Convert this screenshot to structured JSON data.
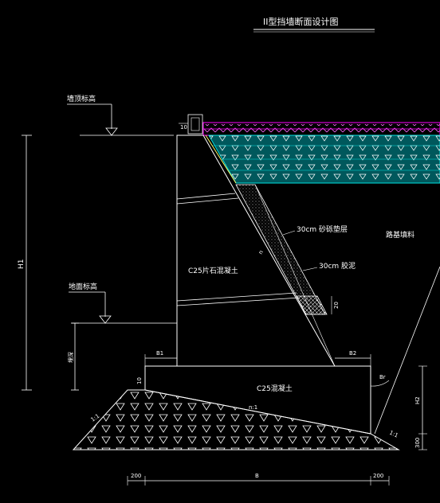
{
  "title": "II型挡墙断面设计图",
  "labels": {
    "wall_top_elev": "墙顶标高",
    "ground_elev": "地面标高",
    "wall_concrete": "C25片石混凝土",
    "base_concrete": "C25混凝土",
    "gravel_layer": "30cm 砂砾垫层",
    "clay_layer": "30cm 胶泥",
    "subgrade_fill": "路基填料",
    "dim_height": "H1",
    "dim_bury": "埋深",
    "dim_b1": "B1",
    "dim_b2": "B2",
    "dim_b": "B",
    "dim_h2": "H2",
    "dim_300": "300",
    "dim_200_left": "200",
    "dim_200_right": "200",
    "dim_20": "20",
    "dim_10_top": "10",
    "dim_10_base": "10",
    "slope_n": "n",
    "slope_nl": "n:1",
    "slope_1_1_left": "1:1",
    "slope_1_1_right": "1:1",
    "angle_br": "Br"
  },
  "colors": {
    "background": "#000000",
    "line": "#ffffff",
    "pavement_top": "#ff00ff",
    "pavement_base": "#00cccc",
    "hatch": "#cccccc"
  }
}
